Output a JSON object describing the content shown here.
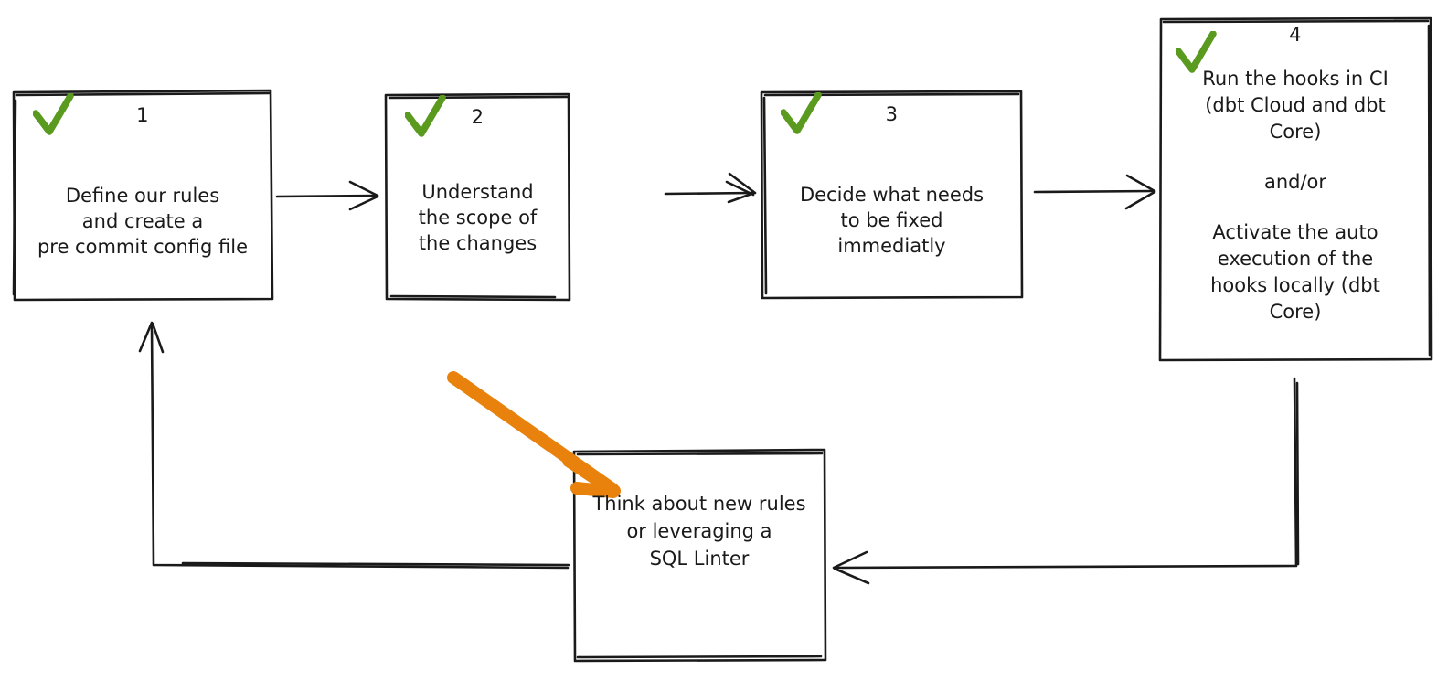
{
  "diagram": {
    "title": "dbt pre-commit workflow",
    "colors": {
      "ink": "#1a1a1a",
      "check_green": "#5a9a1e",
      "highlight_orange": "#e8820c",
      "background": "#ffffff"
    },
    "nodes": [
      {
        "id": "step-1",
        "number": "1",
        "checked": true,
        "check_icon": "green-check-icon",
        "lines": [
          "Define our rules",
          "and create a",
          "pre commit config file"
        ],
        "paragraphs": [
          [
            "Define our rules",
            "and create a",
            "pre commit config file"
          ]
        ]
      },
      {
        "id": "step-2",
        "number": "2",
        "checked": true,
        "check_icon": "green-check-icon",
        "lines": [
          "Understand",
          "the scope of",
          "the changes"
        ],
        "paragraphs": [
          [
            "Understand",
            "the scope of",
            "the changes"
          ]
        ]
      },
      {
        "id": "step-3",
        "number": "3",
        "checked": true,
        "check_icon": "green-check-icon",
        "lines": [
          "Decide what needs",
          "to be fixed",
          "immediatly"
        ],
        "paragraphs": [
          [
            "Decide what needs",
            "to be fixed",
            "immediatly"
          ]
        ]
      },
      {
        "id": "step-4",
        "number": "4",
        "checked": true,
        "check_icon": "green-check-icon",
        "lines": [
          "Run the hooks in CI",
          "(dbt Cloud and dbt",
          "Core)",
          "and/or",
          "Activate the auto",
          "execution of the",
          "hooks locally (dbt",
          "Core)"
        ],
        "paragraphs": [
          [
            "Run the hooks in CI",
            "(dbt Cloud and dbt",
            "Core)"
          ],
          [
            "and/or"
          ],
          [
            "Activate the auto",
            "execution of the",
            "hooks locally (dbt",
            "Core)"
          ]
        ]
      },
      {
        "id": "step-loop",
        "number": "",
        "checked": false,
        "check_icon": "",
        "lines": [
          "Think about new rules",
          "or leveraging a",
          "SQL Linter"
        ],
        "paragraphs": [
          [
            "Think about new rules",
            "or leveraging a",
            "SQL Linter"
          ]
        ]
      }
    ],
    "connectors": [
      {
        "id": "edge-1-2",
        "from": "step-1",
        "to": "step-2",
        "direction": "right"
      },
      {
        "id": "edge-2-3",
        "from": "step-2",
        "to": "step-3",
        "direction": "right"
      },
      {
        "id": "edge-3-4",
        "from": "step-3",
        "to": "step-4",
        "direction": "right"
      },
      {
        "id": "edge-4-loop",
        "from": "step-4",
        "to": "step-loop",
        "direction": "down-left"
      },
      {
        "id": "edge-loop-1",
        "from": "step-loop",
        "to": "step-1",
        "direction": "left-up"
      }
    ],
    "annotations": [
      {
        "id": "highlight-arrow",
        "icon": "orange-arrow-icon",
        "color": "#e8820c",
        "points_to": "step-loop"
      }
    ]
  }
}
